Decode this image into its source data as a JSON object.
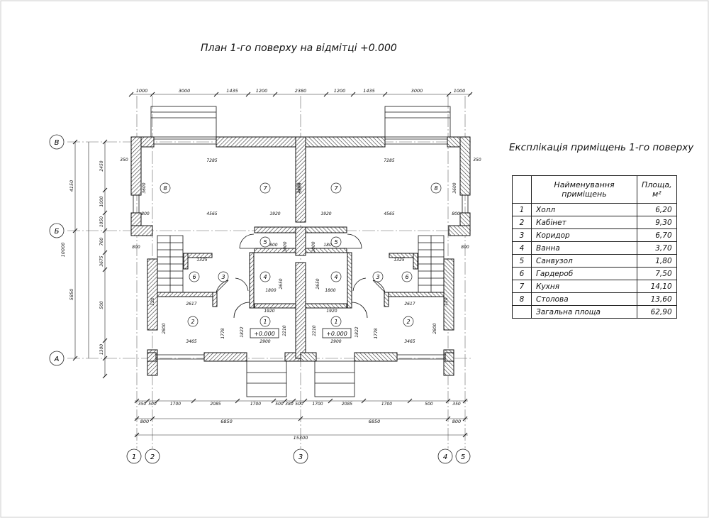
{
  "plan_title": "План 1-го поверху на відмітці +0.000",
  "explication": {
    "title": "Експлікація приміщень 1-го поверху",
    "header_name": "Найменування приміщень",
    "header_area_line1": "Площа,",
    "header_area_line2": "м²",
    "rows": [
      {
        "n": "1",
        "name": "Холл",
        "area": "6,20"
      },
      {
        "n": "2",
        "name": "Кабінет",
        "area": "9,30"
      },
      {
        "n": "3",
        "name": "Коридор",
        "area": "6,70"
      },
      {
        "n": "4",
        "name": "Ванна",
        "area": "3,70"
      },
      {
        "n": "5",
        "name": "Санвузол",
        "area": "1,80"
      },
      {
        "n": "6",
        "name": "Гардероб",
        "area": "7,50"
      },
      {
        "n": "7",
        "name": "Кухня",
        "area": "14,10"
      },
      {
        "n": "8",
        "name": "Столова",
        "area": "13,60"
      }
    ],
    "total_name": "Загальна площа",
    "total_area": "62,90"
  },
  "axes": {
    "rows": [
      "В",
      "Б",
      "А"
    ],
    "cols": [
      "1",
      "2",
      "3",
      "4",
      "5"
    ]
  },
  "dims_top": [
    "1000",
    "3000",
    "1435",
    "1200",
    "2380",
    "1200",
    "1435",
    "3000",
    "1000"
  ],
  "dims_bottom_1": [
    "350",
    "500",
    "1700",
    "2085",
    "1700",
    "500",
    "380",
    "500",
    "1700",
    "2085",
    "1700",
    "500",
    "350"
  ],
  "dims_bottom_2": [
    "800",
    "6850",
    "6850",
    "800"
  ],
  "dims_bottom_total": "15300",
  "dims_left_outer": [
    "4150",
    "5850"
  ],
  "dims_left_total": "10000",
  "dims_left_inner": [
    "2450",
    "1000",
    "1050",
    "760",
    "3675",
    "500",
    "1300"
  ],
  "level_mark": "+0.000",
  "interior_dims": {
    "d7285": "7285",
    "d4565": "4565",
    "d1920": "1920",
    "d1800": "1800",
    "d2617": "2617",
    "d3465": "3465",
    "d2900": "2900",
    "d1325": "1325",
    "d120": "120",
    "d350": "350",
    "d800": "800",
    "d3600": "3600",
    "d2650": "2650",
    "d2800": "2800",
    "d1778": "1778",
    "d1822": "1822",
    "d2210": "2210",
    "d1000": "1000",
    "d1160": "1160"
  },
  "room_numbers": [
    "1",
    "2",
    "3",
    "4",
    "5",
    "6",
    "7",
    "8"
  ]
}
